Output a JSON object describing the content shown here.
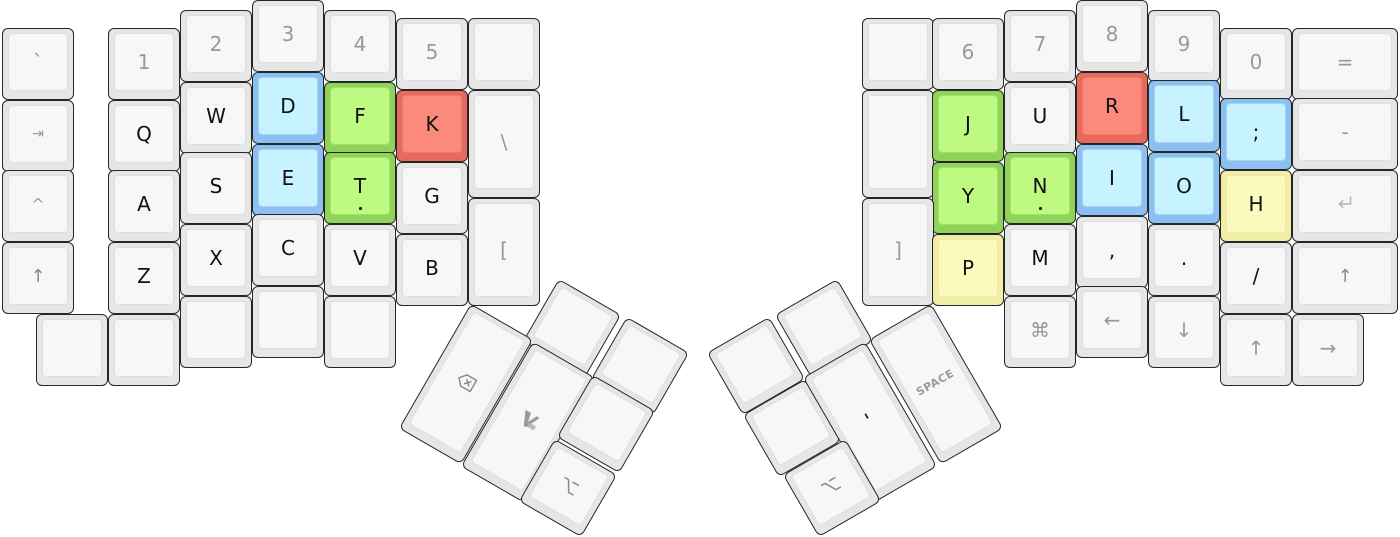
{
  "colors": {
    "blue": "#c6f3ff",
    "green": "#bef982",
    "red": "#fb8a7d",
    "yellow": "#fbfbbd"
  },
  "left": {
    "numbers": [
      "`",
      "1",
      "2",
      "3",
      "4",
      "5"
    ],
    "row_q": [
      "Q",
      "W",
      "D",
      "F",
      "K",
      "\\"
    ],
    "row_a": [
      "A",
      "S",
      "E",
      "T",
      "G"
    ],
    "row_z": [
      "Z",
      "X",
      "C",
      "V",
      "B",
      "["
    ],
    "mods": {
      "tab": "tab-icon",
      "ctrl": "caret-icon",
      "shift": "shift-arrow-icon"
    },
    "thumb": {
      "delete": "delete-icon",
      "vim": "vim-icon",
      "alt": "option-icon"
    }
  },
  "right": {
    "numbers": [
      "6",
      "7",
      "8",
      "9",
      "0",
      "="
    ],
    "row_u": [
      "J",
      "U",
      "R",
      "L",
      ";",
      "-"
    ],
    "row_h": [
      "Y",
      "N",
      "I",
      "O",
      "H"
    ],
    "row_m": [
      "P",
      "M",
      ",",
      ".",
      "/"
    ],
    "bracket": "]",
    "arrows": {
      "left": "←",
      "down": "↓",
      "up": "↑",
      "right": "→"
    },
    "mods": {
      "cmd": "⌘",
      "enter": "enter-icon",
      "shift": "shift-arrow-icon"
    },
    "thumb": {
      "space": "SPACE",
      "quote": "'",
      "alt": "option-icon"
    }
  }
}
